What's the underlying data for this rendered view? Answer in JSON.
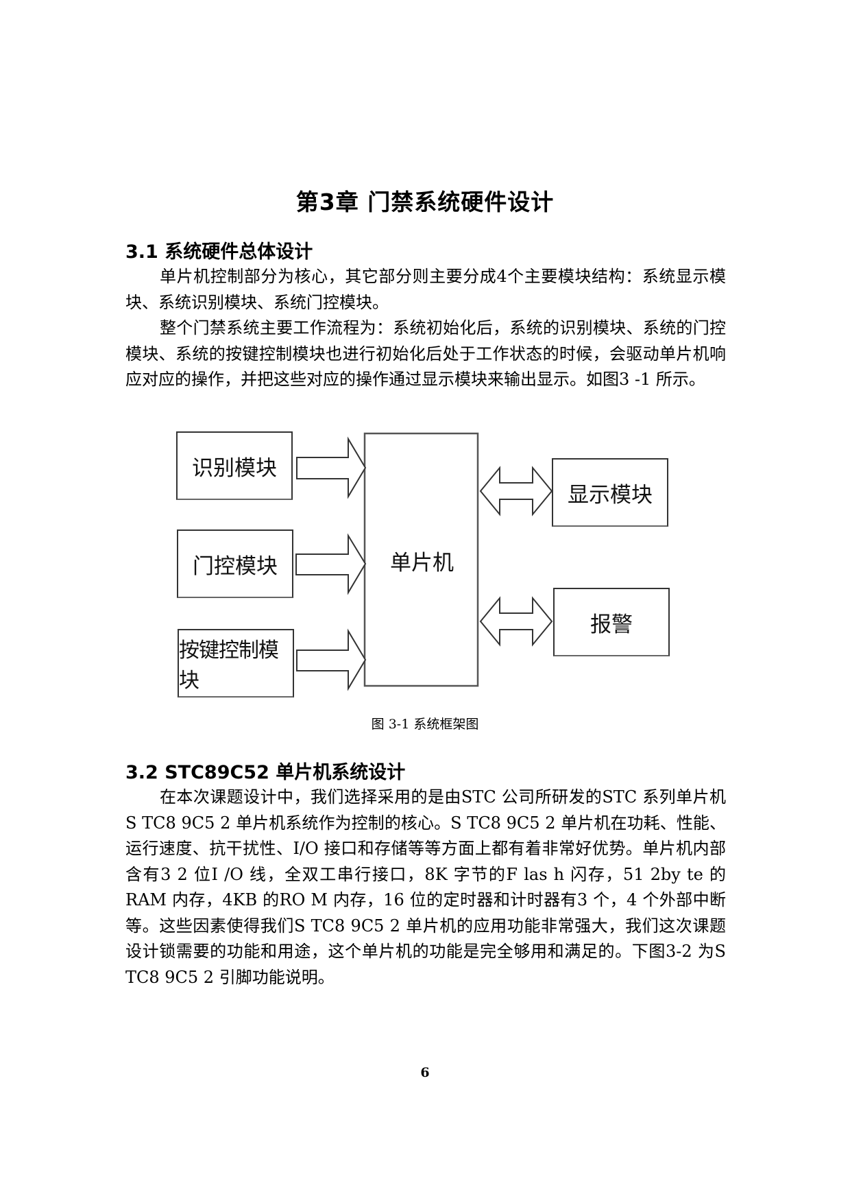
{
  "chapter_title": "第3章 门禁系统硬件设计",
  "section_1": {
    "heading": "3.1 系统硬件总体设计",
    "paragraphs": [
      "单片机控制部分为核心，其它部分则主要分成4个主要模块结构：系统显示模块、系统识别模块、系统门控模块。",
      "整个门禁系统主要工作流程为：系统初始化后，系统的识别模块、系统的门控模块、系统的按键控制模块也进行初始化后处于工作状态的时候，会驱动单片机响应对应的操作，并把这些对应的操作通过显示模块来输出显示。如图3 -1 所示。"
    ]
  },
  "figure_1": {
    "input_modules": [
      "识别模块",
      "门控模块",
      "按键控制模块"
    ],
    "mcu": "单片机",
    "output_modules": [
      "显示模块",
      "报警"
    ],
    "caption": "图 3-1  系统框架图"
  },
  "section_2": {
    "heading": "3.2 STC89C52 单片机系统设计",
    "paragraphs": [
      "在本次课题设计中，我们选择采用的是由STC 公司所研发的STC 系列单片机S TC8 9C5 2 单片机系统作为控制的核心。S TC8 9C5 2 单片机在功耗、性能、运行速度、抗干扰性、I/O 接口和存储等等方面上都有着非常好优势。单片机内部含有3 2 位I /O 线，全双工串行接口，8K 字节的F las h 闪存，51 2by te 的RAM 内存，4KB 的RO M 内存，16 位的定时器和计时器有3 个，4 个外部中断等。这些因素使得我们S TC8 9C5 2 单片机的应用功能非常强大，我们这次课题设计锁需要的功能和用途，这个单片机的功能是完全够用和满足的。下图3-2 为S TC8 9C5 2 引脚功能说明。"
    ]
  },
  "page_number": "6"
}
